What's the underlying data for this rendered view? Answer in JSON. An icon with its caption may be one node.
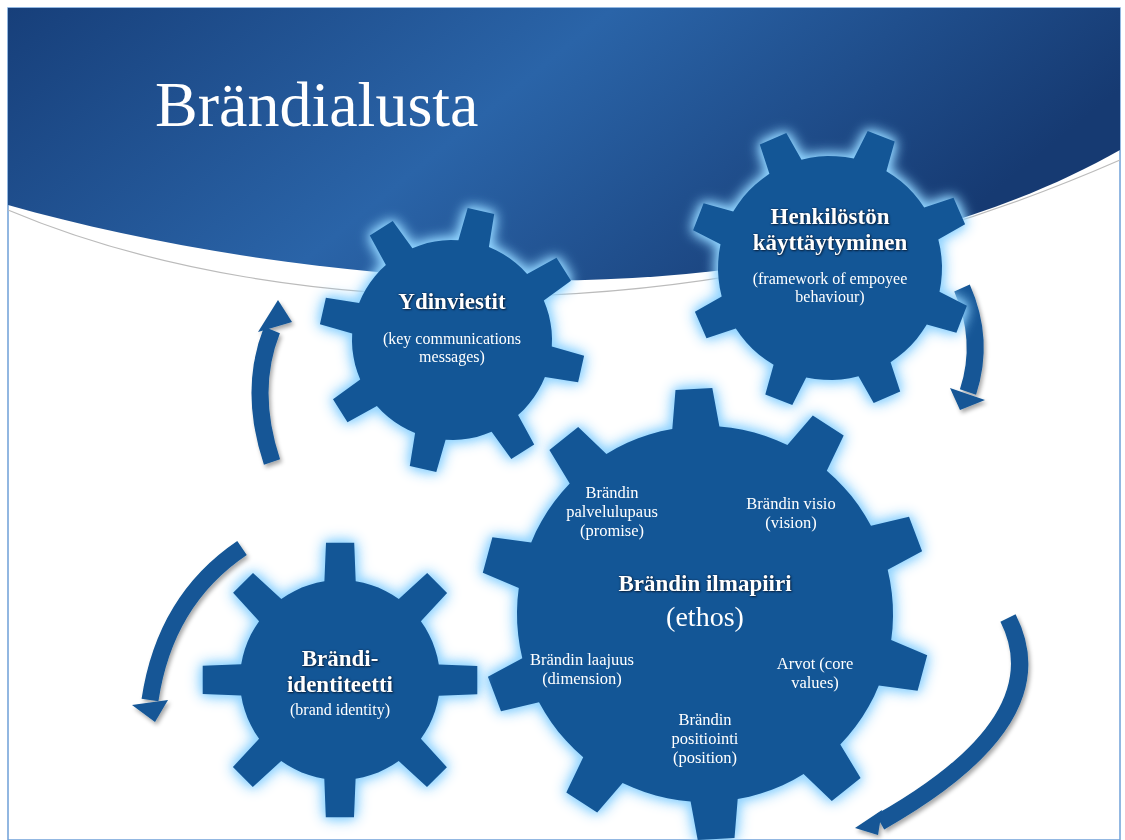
{
  "diagram": {
    "title": "Brändialusta",
    "nodes": [
      {
        "text": [
          "Ydinviestit",
          "(key communications messages)"
        ]
      },
      {
        "text": [
          "Henkilöstön käyttäytyminen",
          "(framework of empoyee behaviour)"
        ]
      },
      {
        "text": [
          "Brändin ilmapiiri",
          "(ethos)",
          "Brändin palvelulupaus (promise)",
          "Brändin visio (vision)",
          "Brändin laajuus (dimension)",
          "Arvot (core values)",
          "Brändin positiointi (position)"
        ]
      },
      {
        "text": [
          "Brändi-identiteetti",
          "(brand identity)"
        ]
      }
    ]
  }
}
